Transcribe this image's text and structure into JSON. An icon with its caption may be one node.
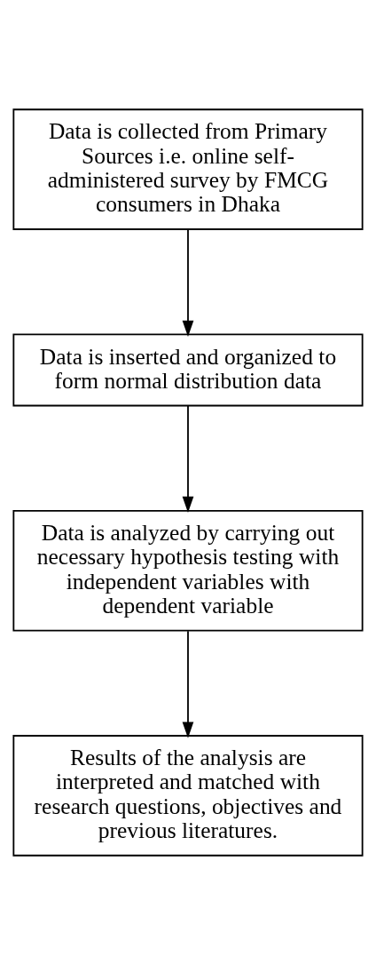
{
  "diagram": {
    "nodes": [
      {
        "text": [
          "Data is collected from Primary Sources i.e. online self-administered survey by FMCG consumers in Dhaka"
        ]
      },
      {
        "text": [
          "Data is inserted and organized to form normal distribution data"
        ]
      },
      {
        "text": [
          "Data is analyzed by carrying out necessary hypothesis testing with independent variables with dependent variable"
        ]
      },
      {
        "text": [
          "Results of the analysis are interpreted and matched with research questions, objectives and previous literatures."
        ]
      }
    ],
    "edges": [
      {
        "from": 0,
        "to": 1,
        "arrow": "to"
      },
      {
        "from": 1,
        "to": 2,
        "arrow": "to"
      },
      {
        "from": 2,
        "to": 3,
        "arrow": "to"
      }
    ]
  }
}
